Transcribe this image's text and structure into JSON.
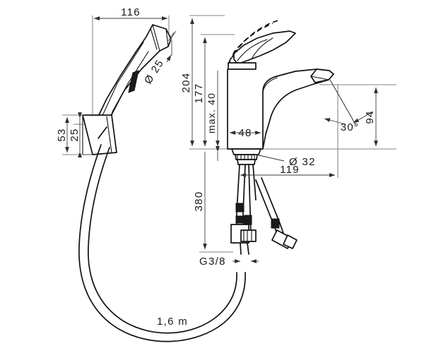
{
  "drawing": {
    "title": "Hansgrohe basin mixer with bidette hand shower — dimensioned technical drawing",
    "background_color": "#ffffff",
    "line_color": "#111111",
    "dimension_color": "#3a3f43"
  },
  "dimensions": {
    "handshower_width": "116",
    "handshower_spray_diameter": "Ø 25",
    "bracket_offset": "53",
    "bracket_height": "25",
    "mixer_total_height": "204",
    "mixer_spout_height": "177",
    "lever_clearance": "max. 40",
    "body_width": "48",
    "spout_reach": "94",
    "spout_angle": "30°",
    "base_diameter": "Ø 32",
    "overall_depth": "119",
    "supply_hose_length": "380",
    "thread_size": "G3/8",
    "shower_hose_length": "1,6 m"
  },
  "labels": [
    {
      "id": "dim-116",
      "text": "116"
    },
    {
      "id": "dim-d25",
      "text": "Ø 25"
    },
    {
      "id": "dim-53",
      "text": "53"
    },
    {
      "id": "dim-25",
      "text": "25"
    },
    {
      "id": "dim-204",
      "text": "204"
    },
    {
      "id": "dim-177",
      "text": "177"
    },
    {
      "id": "dim-max40",
      "text": "max. 40"
    },
    {
      "id": "dim-48",
      "text": "48"
    },
    {
      "id": "dim-30deg",
      "text": "30°"
    },
    {
      "id": "dim-94",
      "text": "94"
    },
    {
      "id": "dim-d32",
      "text": "Ø 32"
    },
    {
      "id": "dim-119",
      "text": "119"
    },
    {
      "id": "dim-380",
      "text": "380"
    },
    {
      "id": "dim-g38",
      "text": "G3/8"
    },
    {
      "id": "dim-hose",
      "text": "1,6 m"
    }
  ]
}
